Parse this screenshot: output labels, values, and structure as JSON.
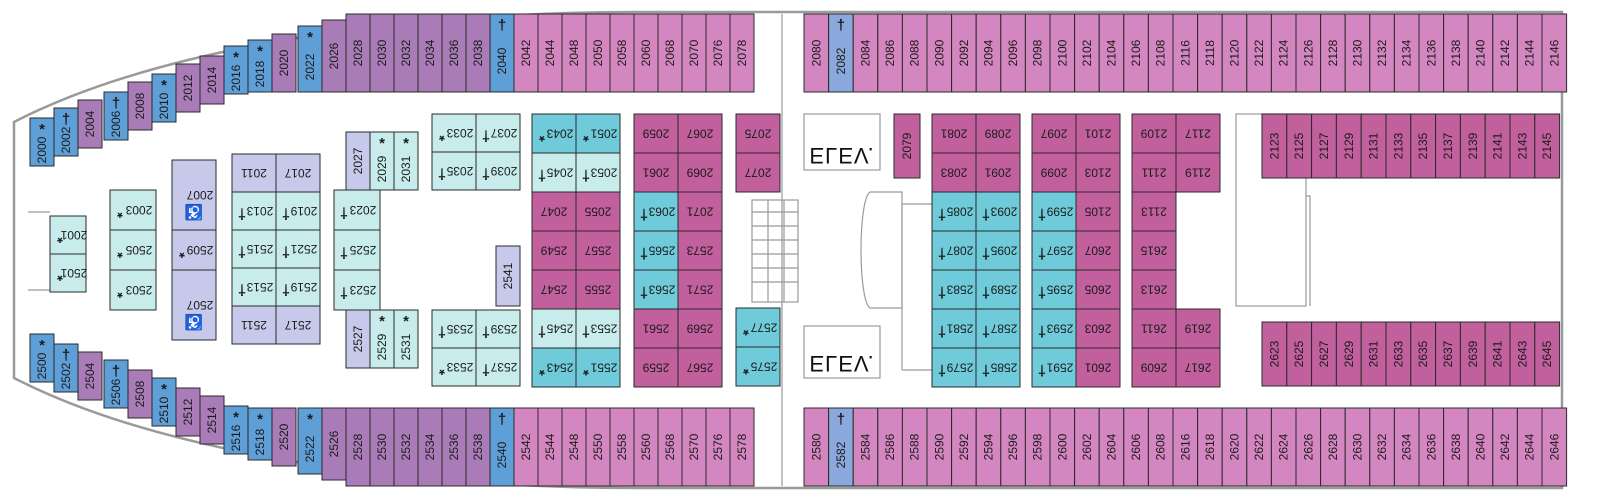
{
  "colors": {
    "mauve": "#a97cb8",
    "pink": "#d486c0",
    "pink_dark": "#c2609e",
    "blue": "#5f9fd7",
    "blue_light": "#8aa8dc",
    "cyan": "#6fcad9",
    "cyan_light": "#c8ecec",
    "lavender": "#c7c9ea",
    "outline": "#999999"
  },
  "symbols": {
    "sofa_bed": "*",
    "extra_berth": "†",
    "accessible": "♿"
  },
  "elevators": [
    {
      "label": "ELEV."
    },
    {
      "label": "ELEV."
    }
  ],
  "cabins": [
    {
      "id": "2000",
      "c": "blue",
      "s": "*"
    },
    {
      "id": "2002",
      "c": "blue",
      "s": "†"
    },
    {
      "id": "2004",
      "c": "mauve"
    },
    {
      "id": "2006",
      "c": "blue",
      "s": "†"
    },
    {
      "id": "2008",
      "c": "mauve"
    },
    {
      "id": "2010",
      "c": "blue",
      "s": "*"
    },
    {
      "id": "2012",
      "c": "mauve"
    },
    {
      "id": "2014",
      "c": "mauve"
    },
    {
      "id": "2016",
      "c": "blue",
      "s": "*"
    },
    {
      "id": "2018",
      "c": "blue",
      "s": "*"
    },
    {
      "id": "2020",
      "c": "mauve"
    },
    {
      "id": "2022",
      "c": "blue",
      "s": "*"
    },
    {
      "id": "2026",
      "c": "mauve"
    },
    {
      "id": "2028",
      "c": "mauve"
    },
    {
      "id": "2030",
      "c": "mauve"
    },
    {
      "id": "2032",
      "c": "mauve"
    },
    {
      "id": "2034",
      "c": "mauve"
    },
    {
      "id": "2036",
      "c": "mauve"
    },
    {
      "id": "2038",
      "c": "mauve"
    },
    {
      "id": "2040",
      "c": "blue",
      "s": "†"
    },
    {
      "id": "2042",
      "c": "pink"
    },
    {
      "id": "2044",
      "c": "pink"
    },
    {
      "id": "2048",
      "c": "pink"
    },
    {
      "id": "2050",
      "c": "pink"
    },
    {
      "id": "2058",
      "c": "pink"
    },
    {
      "id": "2060",
      "c": "pink"
    },
    {
      "id": "2068",
      "c": "pink"
    },
    {
      "id": "2070",
      "c": "pink"
    },
    {
      "id": "2076",
      "c": "pink"
    },
    {
      "id": "2078",
      "c": "pink"
    },
    {
      "id": "2080",
      "c": "pink"
    },
    {
      "id": "2082",
      "c": "blue_light",
      "s": "†"
    },
    {
      "id": "2084",
      "c": "pink"
    },
    {
      "id": "2086",
      "c": "pink"
    },
    {
      "id": "2088",
      "c": "pink"
    },
    {
      "id": "2090",
      "c": "pink"
    },
    {
      "id": "2092",
      "c": "pink"
    },
    {
      "id": "2094",
      "c": "pink"
    },
    {
      "id": "2096",
      "c": "pink"
    },
    {
      "id": "2098",
      "c": "pink"
    },
    {
      "id": "2100",
      "c": "pink"
    },
    {
      "id": "2102",
      "c": "pink"
    },
    {
      "id": "2104",
      "c": "pink"
    },
    {
      "id": "2106",
      "c": "pink"
    },
    {
      "id": "2108",
      "c": "pink"
    },
    {
      "id": "2116",
      "c": "pink"
    },
    {
      "id": "2118",
      "c": "pink"
    },
    {
      "id": "2120",
      "c": "pink"
    },
    {
      "id": "2122",
      "c": "pink"
    },
    {
      "id": "2124",
      "c": "pink"
    },
    {
      "id": "2126",
      "c": "pink"
    },
    {
      "id": "2128",
      "c": "pink"
    },
    {
      "id": "2130",
      "c": "pink"
    },
    {
      "id": "2132",
      "c": "pink"
    },
    {
      "id": "2134",
      "c": "pink"
    },
    {
      "id": "2136",
      "c": "pink"
    },
    {
      "id": "2138",
      "c": "pink"
    },
    {
      "id": "2140",
      "c": "pink"
    },
    {
      "id": "2142",
      "c": "pink"
    },
    {
      "id": "2144",
      "c": "pink"
    },
    {
      "id": "2146",
      "c": "pink"
    },
    {
      "id": "2500",
      "c": "blue",
      "s": "*"
    },
    {
      "id": "2502",
      "c": "blue",
      "s": "†"
    },
    {
      "id": "2504",
      "c": "mauve"
    },
    {
      "id": "2506",
      "c": "blue",
      "s": "†"
    },
    {
      "id": "2508",
      "c": "mauve"
    },
    {
      "id": "2510",
      "c": "blue",
      "s": "*"
    },
    {
      "id": "2512",
      "c": "mauve"
    },
    {
      "id": "2514",
      "c": "mauve"
    },
    {
      "id": "2516",
      "c": "blue",
      "s": "*"
    },
    {
      "id": "2518",
      "c": "blue",
      "s": "*"
    },
    {
      "id": "2520",
      "c": "mauve"
    },
    {
      "id": "2522",
      "c": "blue",
      "s": "*"
    },
    {
      "id": "2526",
      "c": "mauve"
    },
    {
      "id": "2528",
      "c": "mauve"
    },
    {
      "id": "2530",
      "c": "mauve"
    },
    {
      "id": "2532",
      "c": "mauve"
    },
    {
      "id": "2534",
      "c": "mauve"
    },
    {
      "id": "2536",
      "c": "mauve"
    },
    {
      "id": "2538",
      "c": "mauve"
    },
    {
      "id": "2540",
      "c": "blue",
      "s": "†"
    },
    {
      "id": "2542",
      "c": "pink"
    },
    {
      "id": "2544",
      "c": "pink"
    },
    {
      "id": "2548",
      "c": "pink"
    },
    {
      "id": "2550",
      "c": "pink"
    },
    {
      "id": "2558",
      "c": "pink"
    },
    {
      "id": "2560",
      "c": "pink"
    },
    {
      "id": "2568",
      "c": "pink"
    },
    {
      "id": "2570",
      "c": "pink"
    },
    {
      "id": "2576",
      "c": "pink"
    },
    {
      "id": "2578",
      "c": "pink"
    },
    {
      "id": "2580",
      "c": "pink"
    },
    {
      "id": "2582",
      "c": "blue_light",
      "s": "†"
    },
    {
      "id": "2584",
      "c": "pink"
    },
    {
      "id": "2586",
      "c": "pink"
    },
    {
      "id": "2588",
      "c": "pink"
    },
    {
      "id": "2590",
      "c": "pink"
    },
    {
      "id": "2592",
      "c": "pink"
    },
    {
      "id": "2594",
      "c": "pink"
    },
    {
      "id": "2596",
      "c": "pink"
    },
    {
      "id": "2598",
      "c": "pink"
    },
    {
      "id": "2600",
      "c": "pink"
    },
    {
      "id": "2602",
      "c": "pink"
    },
    {
      "id": "2604",
      "c": "pink"
    },
    {
      "id": "2606",
      "c": "pink"
    },
    {
      "id": "2608",
      "c": "pink"
    },
    {
      "id": "2616",
      "c": "pink"
    },
    {
      "id": "2618",
      "c": "pink"
    },
    {
      "id": "2620",
      "c": "pink"
    },
    {
      "id": "2622",
      "c": "pink"
    },
    {
      "id": "2624",
      "c": "pink"
    },
    {
      "id": "2626",
      "c": "pink"
    },
    {
      "id": "2628",
      "c": "pink"
    },
    {
      "id": "2630",
      "c": "pink"
    },
    {
      "id": "2632",
      "c": "pink"
    },
    {
      "id": "2634",
      "c": "pink"
    },
    {
      "id": "2636",
      "c": "pink"
    },
    {
      "id": "2638",
      "c": "pink"
    },
    {
      "id": "2640",
      "c": "pink"
    },
    {
      "id": "2642",
      "c": "pink"
    },
    {
      "id": "2644",
      "c": "pink"
    },
    {
      "id": "2646",
      "c": "pink"
    },
    {
      "id": "2001",
      "c": "cyan_light",
      "s": "*"
    },
    {
      "id": "2501",
      "c": "cyan_light",
      "s": "*"
    },
    {
      "id": "2003",
      "c": "cyan_light",
      "s": "*"
    },
    {
      "id": "2505",
      "c": "cyan_light",
      "s": "*"
    },
    {
      "id": "2503",
      "c": "cyan_light",
      "s": "*"
    },
    {
      "id": "2007",
      "c": "lavender",
      "s": "♿"
    },
    {
      "id": "2509",
      "c": "lavender",
      "s": "*"
    },
    {
      "id": "2507",
      "c": "lavender",
      "s": "♿"
    },
    {
      "id": "2011",
      "c": "lavender"
    },
    {
      "id": "2017",
      "c": "lavender"
    },
    {
      "id": "2013",
      "c": "cyan_light",
      "s": "†"
    },
    {
      "id": "2019",
      "c": "cyan_light",
      "s": "†"
    },
    {
      "id": "2515",
      "c": "cyan_light",
      "s": "†"
    },
    {
      "id": "2521",
      "c": "cyan_light",
      "s": "†"
    },
    {
      "id": "2513",
      "c": "cyan_light",
      "s": "†"
    },
    {
      "id": "2519",
      "c": "cyan_light",
      "s": "†"
    },
    {
      "id": "2511",
      "c": "lavender"
    },
    {
      "id": "2517",
      "c": "lavender"
    },
    {
      "id": "2023",
      "c": "cyan_light",
      "s": "†"
    },
    {
      "id": "2525",
      "c": "cyan_light",
      "s": "†"
    },
    {
      "id": "2523",
      "c": "cyan_light",
      "s": "†"
    },
    {
      "id": "2027",
      "c": "lavender"
    },
    {
      "id": "2029",
      "c": "cyan_light",
      "s": "*"
    },
    {
      "id": "2031",
      "c": "cyan_light",
      "s": "*"
    },
    {
      "id": "2527",
      "c": "lavender"
    },
    {
      "id": "2529",
      "c": "cyan_light",
      "s": "*"
    },
    {
      "id": "2531",
      "c": "cyan_light",
      "s": "*"
    },
    {
      "id": "2033",
      "c": "cyan_light",
      "s": "*"
    },
    {
      "id": "2037",
      "c": "cyan_light",
      "s": "†"
    },
    {
      "id": "2035",
      "c": "cyan_light",
      "s": "†"
    },
    {
      "id": "2039",
      "c": "cyan_light",
      "s": "†"
    },
    {
      "id": "2535",
      "c": "cyan_light",
      "s": "†"
    },
    {
      "id": "2539",
      "c": "cyan_light",
      "s": "†"
    },
    {
      "id": "2533",
      "c": "cyan_light",
      "s": "*"
    },
    {
      "id": "2537",
      "c": "cyan_light",
      "s": "†"
    },
    {
      "id": "2541",
      "c": "lavender"
    },
    {
      "id": "2043",
      "c": "cyan",
      "s": "*"
    },
    {
      "id": "2051",
      "c": "cyan",
      "s": "*"
    },
    {
      "id": "2045",
      "c": "cyan_light",
      "s": "†"
    },
    {
      "id": "2053",
      "c": "cyan_light",
      "s": "†"
    },
    {
      "id": "2047",
      "c": "pink_dark"
    },
    {
      "id": "2055",
      "c": "pink_dark"
    },
    {
      "id": "2549",
      "c": "pink_dark"
    },
    {
      "id": "2557",
      "c": "pink_dark"
    },
    {
      "id": "2547",
      "c": "pink_dark"
    },
    {
      "id": "2555",
      "c": "pink_dark"
    },
    {
      "id": "2545",
      "c": "cyan_light",
      "s": "†"
    },
    {
      "id": "2553",
      "c": "cyan_light",
      "s": "†"
    },
    {
      "id": "2543",
      "c": "cyan",
      "s": "*"
    },
    {
      "id": "2551",
      "c": "cyan",
      "s": "*"
    },
    {
      "id": "2059",
      "c": "pink_dark"
    },
    {
      "id": "2067",
      "c": "pink_dark"
    },
    {
      "id": "2061",
      "c": "pink_dark"
    },
    {
      "id": "2069",
      "c": "pink_dark"
    },
    {
      "id": "2063",
      "c": "cyan",
      "s": "†"
    },
    {
      "id": "2071",
      "c": "pink_dark"
    },
    {
      "id": "2565",
      "c": "cyan",
      "s": "†"
    },
    {
      "id": "2573",
      "c": "pink_dark"
    },
    {
      "id": "2563",
      "c": "cyan",
      "s": "†"
    },
    {
      "id": "2571",
      "c": "pink_dark"
    },
    {
      "id": "2561",
      "c": "pink_dark"
    },
    {
      "id": "2569",
      "c": "pink_dark"
    },
    {
      "id": "2559",
      "c": "pink_dark"
    },
    {
      "id": "2567",
      "c": "pink_dark"
    },
    {
      "id": "2075",
      "c": "pink_dark"
    },
    {
      "id": "2077",
      "c": "pink_dark"
    },
    {
      "id": "2577",
      "c": "cyan",
      "s": "*"
    },
    {
      "id": "2575",
      "c": "cyan",
      "s": "*"
    },
    {
      "id": "2079",
      "c": "pink_dark"
    },
    {
      "id": "2081",
      "c": "pink_dark"
    },
    {
      "id": "2089",
      "c": "pink_dark"
    },
    {
      "id": "2083",
      "c": "pink_dark"
    },
    {
      "id": "2091",
      "c": "pink_dark"
    },
    {
      "id": "2085",
      "c": "cyan",
      "s": "†"
    },
    {
      "id": "2093",
      "c": "cyan",
      "s": "†"
    },
    {
      "id": "2087",
      "c": "cyan",
      "s": "†"
    },
    {
      "id": "2095",
      "c": "cyan",
      "s": "†"
    },
    {
      "id": "2583",
      "c": "cyan",
      "s": "†"
    },
    {
      "id": "2589",
      "c": "cyan",
      "s": "†"
    },
    {
      "id": "2581",
      "c": "cyan",
      "s": "†"
    },
    {
      "id": "2587",
      "c": "cyan",
      "s": "†"
    },
    {
      "id": "2579",
      "c": "cyan",
      "s": "†"
    },
    {
      "id": "2585",
      "c": "cyan",
      "s": "†"
    },
    {
      "id": "2097",
      "c": "pink_dark"
    },
    {
      "id": "2101",
      "c": "pink_dark"
    },
    {
      "id": "2099",
      "c": "pink_dark"
    },
    {
      "id": "2103",
      "c": "pink_dark"
    },
    {
      "id": "2599",
      "c": "cyan",
      "s": "†"
    },
    {
      "id": "2105",
      "c": "pink_dark"
    },
    {
      "id": "2597",
      "c": "cyan",
      "s": "†"
    },
    {
      "id": "2607",
      "c": "pink_dark"
    },
    {
      "id": "2595",
      "c": "cyan",
      "s": "†"
    },
    {
      "id": "2605",
      "c": "pink_dark"
    },
    {
      "id": "2593",
      "c": "cyan",
      "s": "†"
    },
    {
      "id": "2603",
      "c": "pink_dark"
    },
    {
      "id": "2591",
      "c": "cyan",
      "s": "†"
    },
    {
      "id": "2601",
      "c": "pink_dark"
    },
    {
      "id": "2109",
      "c": "pink_dark"
    },
    {
      "id": "2117",
      "c": "pink_dark"
    },
    {
      "id": "2111",
      "c": "pink_dark"
    },
    {
      "id": "2119",
      "c": "pink_dark"
    },
    {
      "id": "2113",
      "c": "pink_dark"
    },
    {
      "id": "2615",
      "c": "pink_dark"
    },
    {
      "id": "2613",
      "c": "pink_dark"
    },
    {
      "id": "2611",
      "c": "pink_dark"
    },
    {
      "id": "2619",
      "c": "pink_dark"
    },
    {
      "id": "2609",
      "c": "pink_dark"
    },
    {
      "id": "2617",
      "c": "pink_dark"
    },
    {
      "id": "2123",
      "c": "pink_dark"
    },
    {
      "id": "2125",
      "c": "pink_dark"
    },
    {
      "id": "2127",
      "c": "pink_dark"
    },
    {
      "id": "2129",
      "c": "pink_dark"
    },
    {
      "id": "2131",
      "c": "pink_dark"
    },
    {
      "id": "2133",
      "c": "pink_dark"
    },
    {
      "id": "2135",
      "c": "pink_dark"
    },
    {
      "id": "2137",
      "c": "pink_dark"
    },
    {
      "id": "2139",
      "c": "pink_dark"
    },
    {
      "id": "2141",
      "c": "pink_dark"
    },
    {
      "id": "2143",
      "c": "pink_dark"
    },
    {
      "id": "2145",
      "c": "pink_dark"
    },
    {
      "id": "2623",
      "c": "pink_dark"
    },
    {
      "id": "2625",
      "c": "pink_dark"
    },
    {
      "id": "2627",
      "c": "pink_dark"
    },
    {
      "id": "2629",
      "c": "pink_dark"
    },
    {
      "id": "2631",
      "c": "pink_dark"
    },
    {
      "id": "2633",
      "c": "pink_dark"
    },
    {
      "id": "2635",
      "c": "pink_dark"
    },
    {
      "id": "2637",
      "c": "pink_dark"
    },
    {
      "id": "2639",
      "c": "pink_dark"
    },
    {
      "id": "2641",
      "c": "pink_dark"
    },
    {
      "id": "2643",
      "c": "pink_dark"
    },
    {
      "id": "2645",
      "c": "pink_dark"
    }
  ]
}
